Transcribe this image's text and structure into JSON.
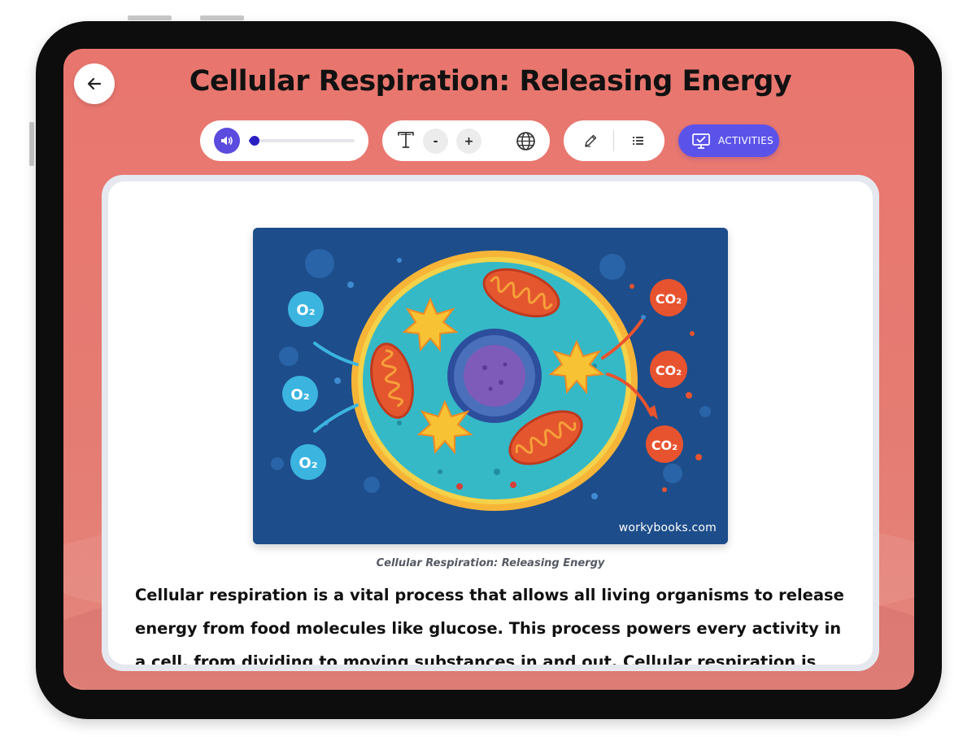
{
  "header": {
    "title": "Cellular Respiration: Releasing Energy"
  },
  "audio": {
    "progress": 0.05
  },
  "text_controls": {
    "minus_label": "-",
    "plus_label": "+"
  },
  "toolbar": {
    "activities_label": "ACTIVITIES"
  },
  "figure": {
    "watermark": "workybooks.com",
    "caption": "Cellular Respiration: Releasing Energy",
    "labels": {
      "oxygen": "O₂",
      "carbon_dioxide": "CO₂"
    }
  },
  "article": {
    "body": "Cellular respiration is a vital process that allows all living organisms to release energy from food molecules like glucose. This process powers every activity in a cell, from dividing to moving substances in and out. Cellular respiration is not the"
  },
  "icons": {
    "back": "arrow-left-icon",
    "audio": "speaker-icon",
    "font": "text-size-icon",
    "language": "globe-icon",
    "highlight": "pen-icon",
    "outline": "list-icon",
    "activities": "monitor-icon"
  },
  "colors": {
    "background": "#e9766e",
    "accent": "#5b52ea",
    "card": "#ffffff",
    "title": "#111111"
  }
}
